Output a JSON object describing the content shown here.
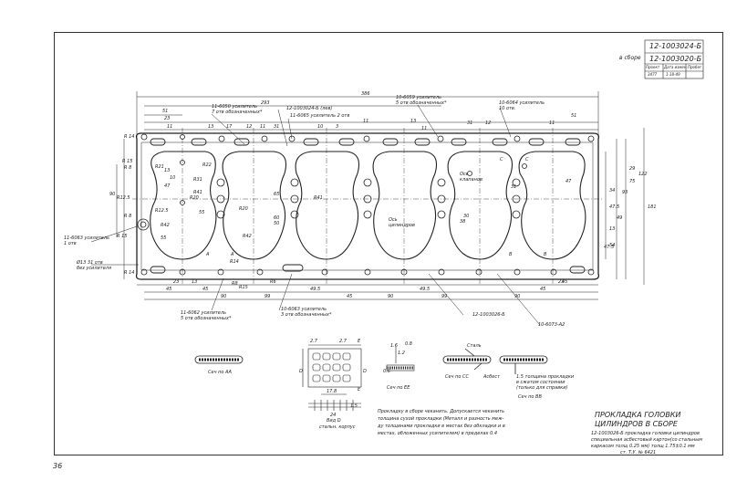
{
  "title_block": {
    "drawing_numbers": [
      "12-1003024-Б",
      "12-1003020-Б"
    ],
    "assembly_note": "в сборе",
    "revision_headers": [
      "Проект",
      "Дата измен.",
      "Пробег"
    ],
    "revision_row": [
      "3477",
      "1-18-49",
      ""
    ]
  },
  "page_number": "36",
  "dimensions": {
    "overall_length": "386",
    "inner_length": "293",
    "top_row": [
      "51",
      "23",
      "11",
      "13",
      "17",
      "12",
      "11",
      "31",
      "10",
      "11",
      "3",
      "13",
      "11",
      "31",
      "12",
      "11",
      "51"
    ],
    "bottom_row": [
      "45",
      "23",
      "13",
      "45",
      "99",
      "49.5",
      "45",
      "49.5",
      "99",
      "90",
      "45",
      "23"
    ],
    "bottom_90": [
      "90",
      "90"
    ],
    "right_column": [
      "122",
      "93",
      "75",
      "181",
      "29",
      "34",
      "47.5",
      "54",
      "13",
      "49",
      "47.5"
    ],
    "left_column": [
      "90",
      "55",
      "47",
      "10",
      "13"
    ],
    "radii": [
      "R14",
      "R15",
      "R8",
      "R21",
      "R22",
      "R41",
      "R20",
      "R12.5",
      "R42",
      "R31",
      "R20",
      "R8",
      "R15",
      "R14",
      "R6",
      "R41",
      "R42"
    ],
    "left_labels": [
      "R 14",
      "R 15",
      "R 8",
      "R12.5",
      "R 8",
      "R 15",
      "R 14"
    ],
    "misc": [
      "47",
      "65",
      "55",
      "45",
      "31",
      "38",
      "30",
      "60",
      "50",
      "C",
      "C",
      "A",
      "A",
      "B",
      "B"
    ]
  },
  "callouts": {
    "top1": "11-6050 усилитель\n7 отв обозначенных*",
    "top2": "12-1003024-Б (лев)",
    "top3": "11-6065 усилитель 2 отв",
    "top4": "10-6059 усилитель\n5 отв обозначенных*",
    "top5": "10-6064 усилитель\n10 отв.",
    "left1": "11-6063 усилитель\n1 отв",
    "left2": "Ø13 31 отв\nбез усилителя",
    "bottom1": "11-6062 усилитель\n5 отв обозначенных*",
    "bottom2": "10-6063 усилитель\n3 отв обозначенных*",
    "right_bottom1": "12-1003026-Б",
    "right_bottom2": "10-6073-А2",
    "mid_hole": "Ось\nклапанов",
    "mid_cyl": "Ось\nцилиндров"
  },
  "sections": {
    "aa": "Сеч по АА",
    "ee": "Сеч по ЕЕ",
    "cc": "Сеч по СС",
    "bb": "Сеч по ВВ",
    "dd": "Вид D",
    "dd_sub": "стальн. корпус",
    "layers": [
      "Сталь",
      "Асбест"
    ],
    "layer_note": "1.5 толщина прокладки\nв сжатом состоянии\n(только для справки)",
    "dims_e": [
      "2.7",
      "2.7",
      "E",
      "E",
      "D",
      "D",
      "1.6",
      "1.2",
      "0.8",
      "0.6"
    ],
    "dim_dd": [
      "17.8",
      "24",
      "1.5"
    ]
  },
  "notes": [
    "Прокладку в сборе чеканить. Допускается чеканить",
    "толщина сухой прокладки (Металл и разность меж-",
    "ду толщинами прокладки в местах без обкладки и в",
    "местах, обложенных усилителем) в пределах 0.4"
  ],
  "title": {
    "name_line1": "ПРОКЛАДКА ГОЛОВКИ",
    "name_line2": "ЦИЛИНДРОВ В СБОРЕ",
    "spec": [
      "12-1003026-Б прокладка головки цилиндров",
      "специальная асбестовый картон(со стальным",
      "каркасом толщ 0.25 мм) толщ 1.75±0.1 мм",
      "ст. Т.У. № 6421"
    ]
  },
  "colors": {
    "line": "#222222",
    "paper": "#ffffff"
  }
}
